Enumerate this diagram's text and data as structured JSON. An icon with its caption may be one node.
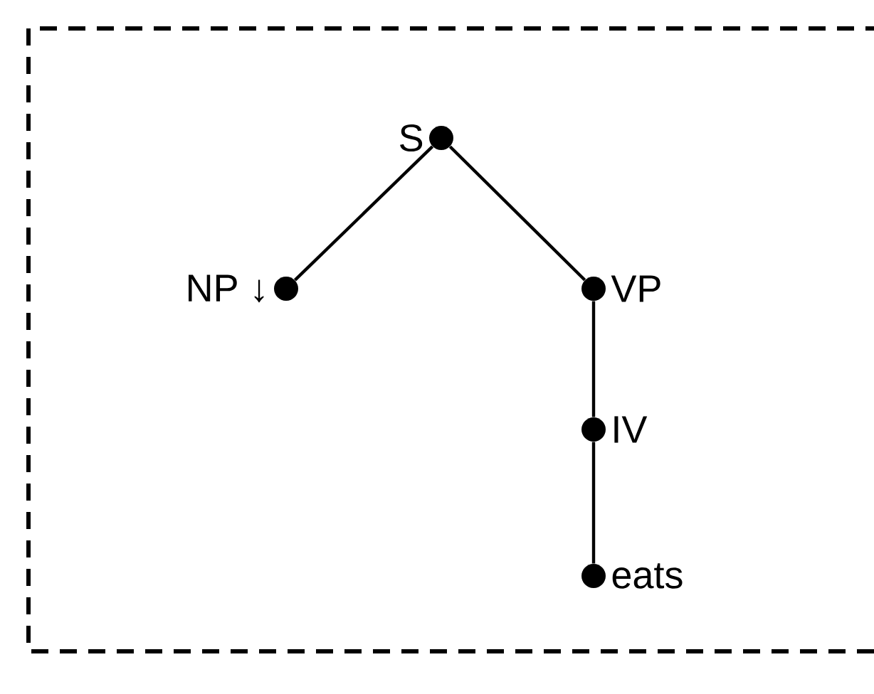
{
  "diagram": {
    "nodes": [
      {
        "text": [],
        "shape": "circle",
        "beside": [
          "S"
        ]
      },
      {
        "text": [],
        "shape": "circle",
        "beside": [
          "NP ↓"
        ]
      },
      {
        "text": [],
        "shape": "circle",
        "beside": [
          "VP"
        ]
      },
      {
        "text": [],
        "shape": "circle",
        "beside": [
          "IV"
        ]
      },
      {
        "text": [],
        "shape": "circle",
        "beside": [
          "eats"
        ]
      }
    ],
    "edges": [
      {
        "from": 0,
        "to": 1,
        "arrow": "none"
      },
      {
        "from": 0,
        "to": 2,
        "arrow": "none"
      },
      {
        "from": 2,
        "to": 3,
        "arrow": "none"
      },
      {
        "from": 3,
        "to": 4,
        "arrow": "none"
      }
    ]
  }
}
